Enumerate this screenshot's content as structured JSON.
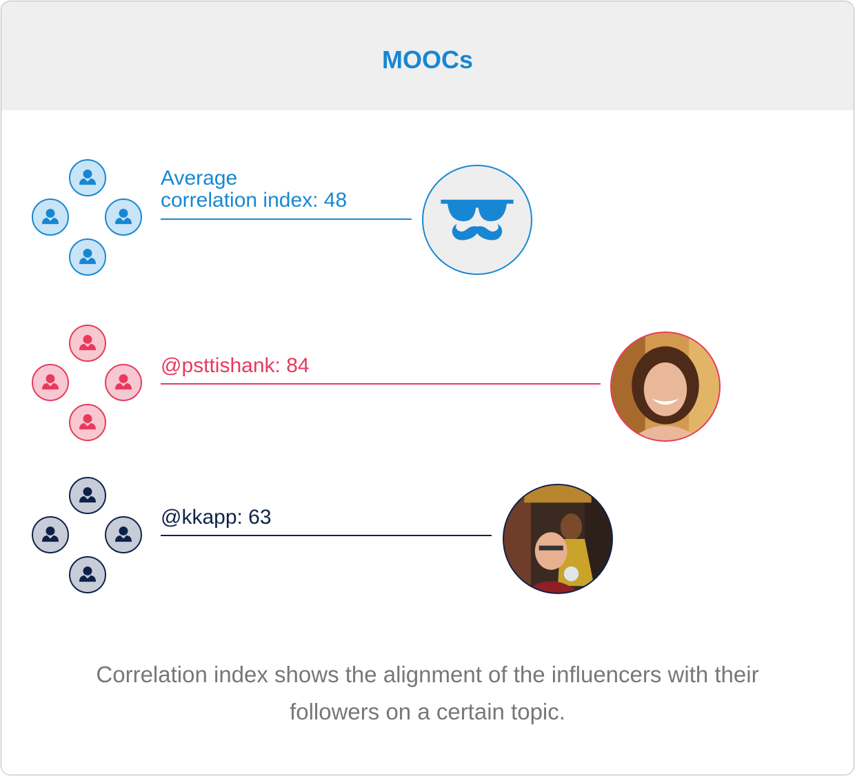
{
  "header": {
    "title": "MOOCs"
  },
  "colors": {
    "header_bg": "#efefef",
    "accent_blue": "#1787d3",
    "accent_red": "#e8395e",
    "accent_navy": "#0e2248",
    "footnote_text": "#777777"
  },
  "rows": [
    {
      "label_line1": "Average",
      "label_line2": "correlation index: 48",
      "value": 48,
      "color": "#1787d3",
      "follower_fill": "#c9e4f6",
      "avatar_icon": "sunglasses-mustache-icon"
    },
    {
      "label": "@psttishank: 84",
      "handle": "@psttishank",
      "value": 84,
      "color": "#e8395e",
      "follower_fill": "#f7c8d2",
      "avatar_icon": "profile-photo"
    },
    {
      "label": "@kkapp: 63",
      "handle": "@kkapp",
      "value": 63,
      "color": "#0e2248",
      "follower_fill": "#c7ccd8",
      "avatar_icon": "profile-photo"
    }
  ],
  "follower_icon": "person-silhouette-icon",
  "footnote": "Correlation index shows the alignment of the influencers with their followers on a certain topic."
}
